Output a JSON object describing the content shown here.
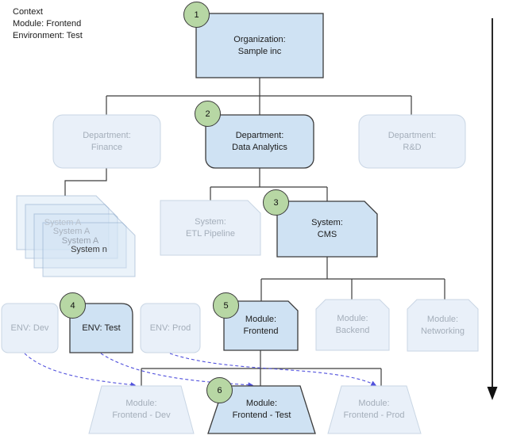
{
  "context": {
    "line1": "Context",
    "line2": "Module: Frontend",
    "line3": "Environment: Test"
  },
  "badges": {
    "b1": "1",
    "b2": "2",
    "b3": "3",
    "b4": "4",
    "b5": "5",
    "b6": "6"
  },
  "nodes": {
    "organization": {
      "line1": "Organization:",
      "line2": "Sample inc"
    },
    "dept_finance": {
      "line1": "Department:",
      "line2": "Finance"
    },
    "dept_data_analytics": {
      "line1": "Department:",
      "line2": "Data Analytics"
    },
    "dept_rnd": {
      "line1": "Department:",
      "line2": "R&D"
    },
    "system_stack": {
      "card1": "System A",
      "card2": "System A",
      "card3": "System A",
      "card4": "System n"
    },
    "sys_etl": {
      "line1": "System:",
      "line2": "ETL Pipeline"
    },
    "sys_cms": {
      "line1": "System:",
      "line2": "CMS"
    },
    "env_dev": {
      "line1": "ENV: Dev"
    },
    "env_test": {
      "line1": "ENV: Test"
    },
    "env_prod": {
      "line1": "ENV: Prod"
    },
    "mod_frontend": {
      "line1": "Module:",
      "line2": "Frontend"
    },
    "mod_backend": {
      "line1": "Module:",
      "line2": "Backend"
    },
    "mod_networking": {
      "line1": "Module:",
      "line2": "Networking"
    },
    "mod_frontend_dev": {
      "line1": "Module:",
      "line2": "Frontend - Dev"
    },
    "mod_frontend_test": {
      "line1": "Module:",
      "line2": "Frontend - Test"
    },
    "mod_frontend_prod": {
      "line1": "Module:",
      "line2": "Frontend - Prod"
    }
  },
  "icons": {
    "flow_arrow": "down-arrow",
    "badge_shape": "numbered-circle"
  },
  "colors": {
    "active_fill": "#cfe2f3",
    "active_stroke": "#3b3b3b",
    "faded_fill": "#e9f0f9",
    "faded_stroke": "#c9d6e4",
    "badge_fill": "#b7d7a4",
    "connector": "#3c3c3c",
    "dashed_connector": "#5151dd"
  }
}
